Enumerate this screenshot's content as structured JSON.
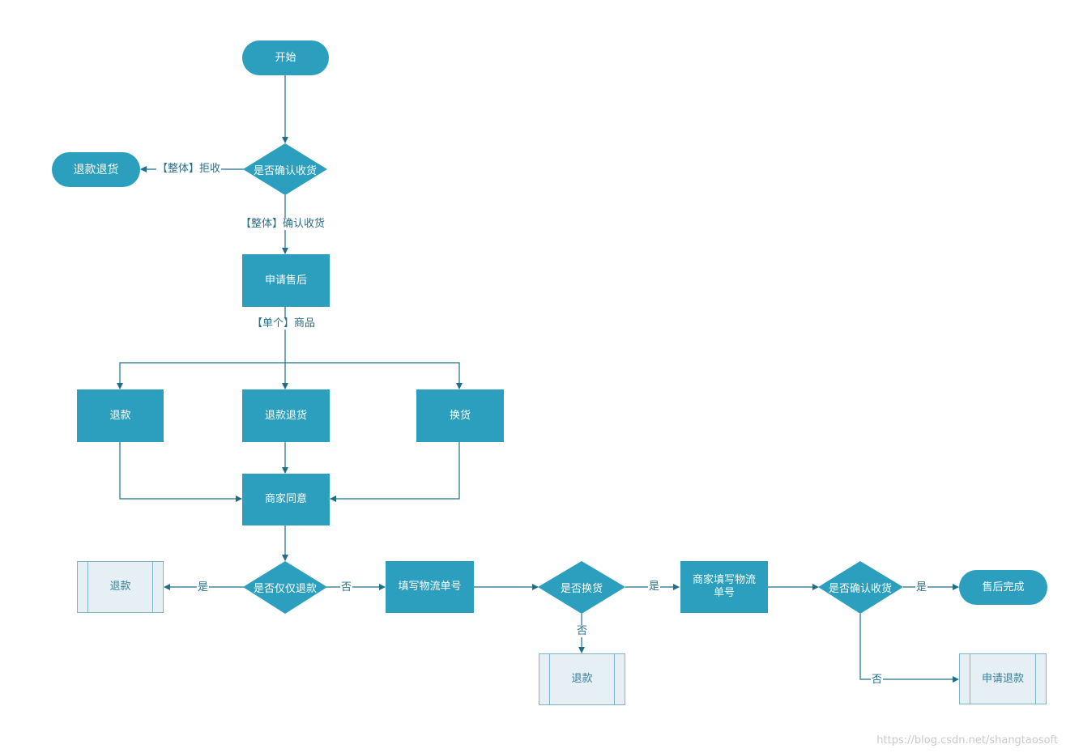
{
  "nodes": {
    "start": "开始",
    "confirm_receipt_1": "是否确认收货",
    "refund_return_top": "退款退货",
    "apply_aftersale": "申请售后",
    "refund": "退款",
    "refund_return": "退款退货",
    "exchange": "换货",
    "merchant_agree": "商家同意",
    "only_refund": "是否仅仅退款",
    "refund_sub_left": "退款",
    "fill_logistics": "填写物流单号",
    "is_exchange": "是否换货",
    "refund_sub_bottom": "退款",
    "merchant_fill_logistics": "商家填写物流单号",
    "confirm_receipt_2": "是否确认收货",
    "aftersale_done": "售后完成",
    "apply_refund": "申请退款"
  },
  "edge_labels": {
    "whole_reject": "【整体】拒收",
    "whole_confirm": "【整体】确认收货",
    "single_item": "【单个】商品",
    "yes_1": "是",
    "no_1": "否",
    "yes_2": "是",
    "no_2": "否",
    "yes_3": "是",
    "no_3": "否"
  },
  "watermark": "https://blog.csdn.net/shangtaosoft",
  "colors": {
    "node_fill": "#2b9fbd",
    "edge": "#1f6f89",
    "subprocess_fill": "#e6eff3",
    "subprocess_border": "#7fb3c7"
  }
}
